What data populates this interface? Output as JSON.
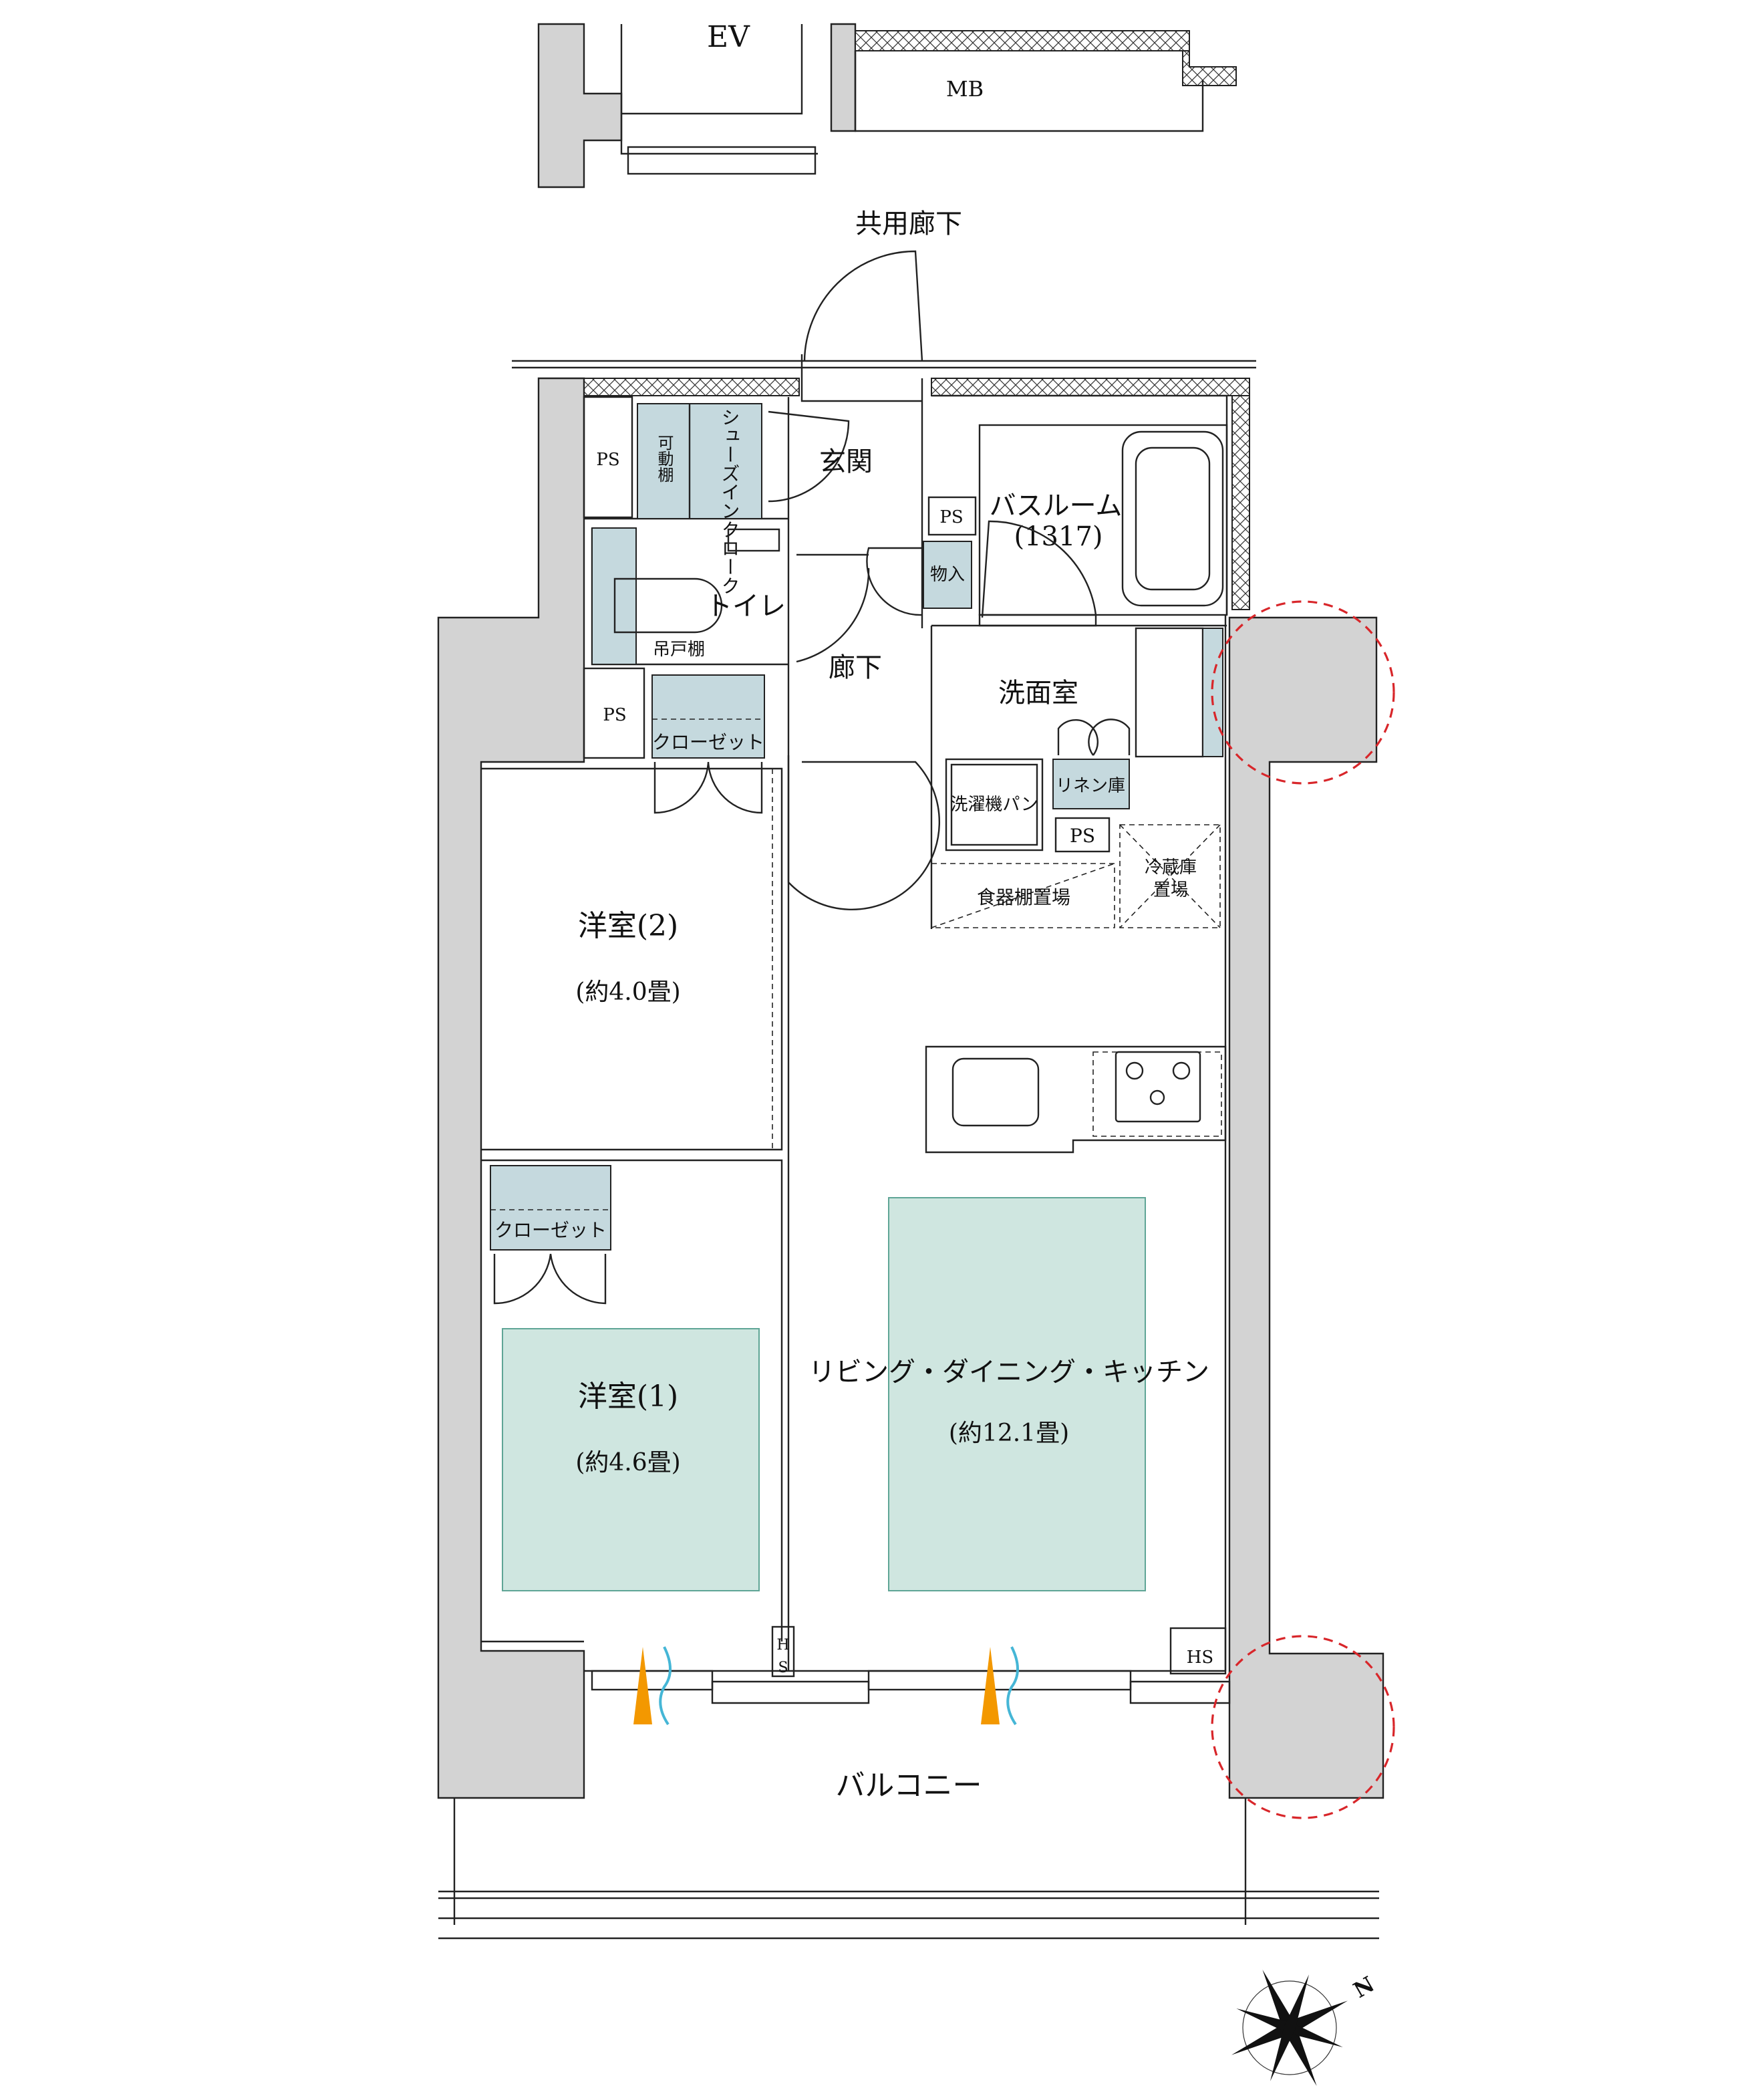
{
  "top": {
    "ev": "EV",
    "mb": "MB"
  },
  "common_corridor": "共用廊下",
  "rooms": {
    "entrance": "玄関",
    "shoes_cloak": "シューズインクローク",
    "movable_shelf": "可動棚",
    "ps": "PS",
    "toilet": "トイレ",
    "hanging_shelf": "吊戸棚",
    "bathroom": "バスルーム",
    "bathroom_size": "(1317)",
    "storage": "物入",
    "hallway": "廊下",
    "washroom": "洗面室",
    "washer_pan": "洗濯機パン",
    "linen": "リネン庫",
    "cupboard": "食器棚置場",
    "fridge_line1": "冷蔵庫",
    "fridge_line2": "置場",
    "closet": "クローゼット",
    "western2": "洋室(2)",
    "western2_size": "(約4.0畳)",
    "western1": "洋室(1)",
    "western1_size": "(約4.6畳)",
    "ldk": "リビング・ダイニング・キッチン",
    "ldk_size": "(約12.1畳)",
    "hs": "HS",
    "hs_v1": "H",
    "hs_v2": "S",
    "balcony": "バルコニー"
  },
  "compass": {
    "north": "N"
  },
  "colors": {
    "storage_fill": "#c5d9de",
    "tatami_fill": "#cfe6e0",
    "wall": "#d3d3d3",
    "highlight": "#d8262a",
    "vent": "#f39800"
  }
}
